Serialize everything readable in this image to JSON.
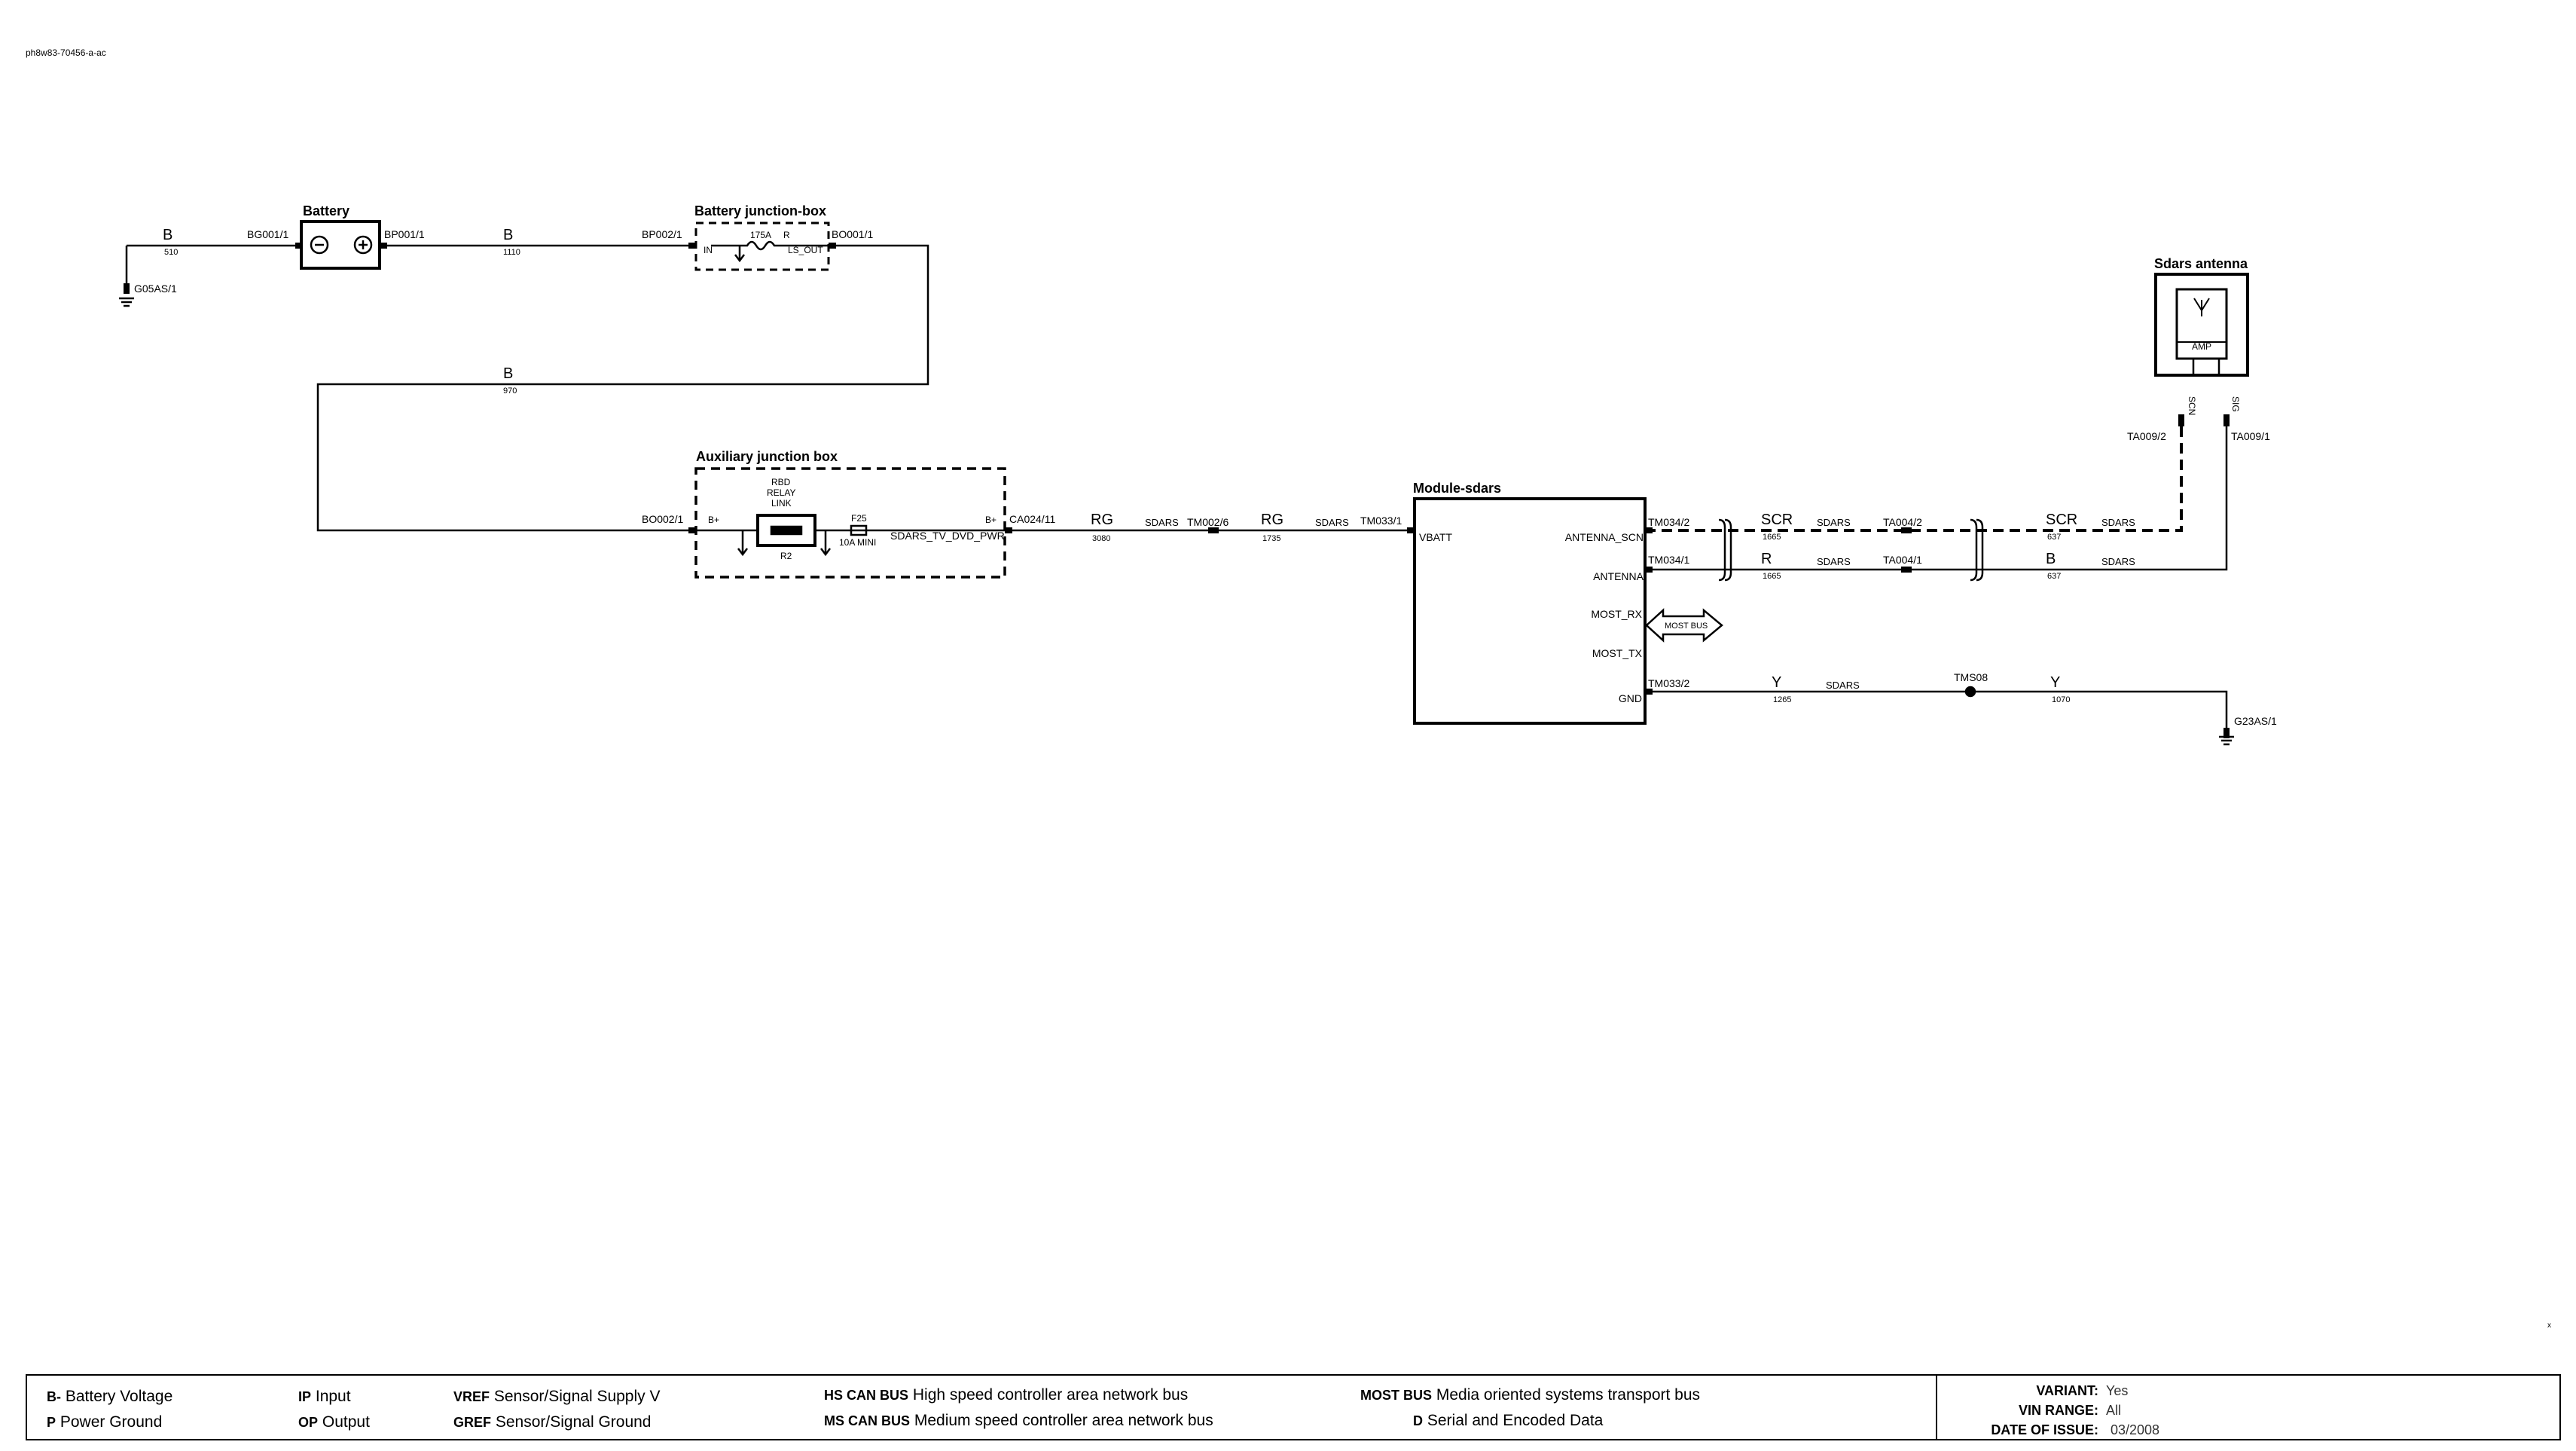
{
  "doc_id": "ph8w83-70456-a-ac",
  "corner_mark": "x",
  "components": {
    "battery": "Battery",
    "battery_junction_box": "Battery junction-box",
    "auxiliary_junction_box": "Auxiliary junction box",
    "module_sdars": "Module-sdars",
    "sdars_antenna": "Sdars antenna"
  },
  "connectors": {
    "bg001_1": "BG001/1",
    "bp001_1": "BP001/1",
    "bp002_1": "BP002/1",
    "bo001_1": "BO001/1",
    "bo002_1": "BO002/1",
    "ca024_11": "CA024/11",
    "tm002_6": "TM002/6",
    "tm033_1": "TM033/1",
    "tm034_2": "TM034/2",
    "tm034_1": "TM034/1",
    "tm033_2": "TM033/2",
    "ta004_2": "TA004/2",
    "ta004_1": "TA004/1",
    "ta009_2": "TA009/2",
    "ta009_1": "TA009/1",
    "g05as_1": "G05AS/1",
    "g23as_1": "G23AS/1",
    "tms08": "TMS08"
  },
  "wires": {
    "w510": {
      "color": "B",
      "number": "510"
    },
    "w1110": {
      "color": "B",
      "number": "1110"
    },
    "w970": {
      "color": "B",
      "number": "970"
    },
    "w3080": {
      "color": "RG",
      "number": "3080",
      "circuit": "SDARS"
    },
    "w1735": {
      "color": "RG",
      "number": "1735",
      "circuit": "SDARS"
    },
    "w1665a": {
      "color": "SCR",
      "number": "1665",
      "circuit": "SDARS"
    },
    "w637a": {
      "color": "SCR",
      "number": "637",
      "circuit": "SDARS"
    },
    "w1665b": {
      "color": "R",
      "number": "1665",
      "circuit": "SDARS"
    },
    "w637b": {
      "color": "B",
      "number": "637",
      "circuit": "SDARS"
    },
    "w1265": {
      "color": "Y",
      "number": "1265",
      "circuit": "SDARS"
    },
    "w1070": {
      "color": "Y",
      "number": "1070"
    }
  },
  "internal_labels": {
    "bjb_in": "IN",
    "bjb_fuse": "175A",
    "bjb_r": "R",
    "bjb_out": "LS_OUT",
    "ajb_bplus_in": "B+",
    "ajb_relay": [
      "RBD",
      "RELAY",
      "LINK"
    ],
    "ajb_r2": "R2",
    "ajb_fuse": "F25",
    "ajb_fuse_rating": "10A MINI",
    "ajb_circuit": "SDARS_TV_DVD_PWR",
    "ajb_bplus_out": "B+",
    "pin_vbatt": "VBATT",
    "pin_antenna_scn": "ANTENNA_SCN",
    "pin_antenna": "ANTENNA",
    "pin_most_rx": "MOST_RX",
    "pin_most_tx": "MOST_TX",
    "pin_gnd": "GND",
    "most_bus_arrow": "MOST BUS",
    "amp": "AMP",
    "ant_scn": "SCN",
    "ant_sig": "SIG"
  },
  "legend": [
    {
      "key": "B-",
      "text": "Battery Voltage"
    },
    {
      "key": "P",
      "text": "Power Ground"
    },
    {
      "key": "IP",
      "text": "Input"
    },
    {
      "key": "OP",
      "text": "Output"
    },
    {
      "key": "VREF",
      "text": "Sensor/Signal Supply V"
    },
    {
      "key": "GREF",
      "text": "Sensor/Signal Ground"
    },
    {
      "key": "HS CAN BUS",
      "text": "High speed controller area network bus"
    },
    {
      "key": "MS CAN BUS",
      "text": "Medium speed controller area network bus"
    },
    {
      "key": "MOST BUS",
      "text": "Media oriented systems transport bus"
    },
    {
      "key": "D",
      "text": "Serial and Encoded Data"
    }
  ],
  "meta": {
    "variant_label": "VARIANT:",
    "variant": " Yes",
    "vin_label": "VIN RANGE:",
    "vin": " All",
    "date_label": "DATE OF ISSUE:",
    "date": "03/2008"
  }
}
